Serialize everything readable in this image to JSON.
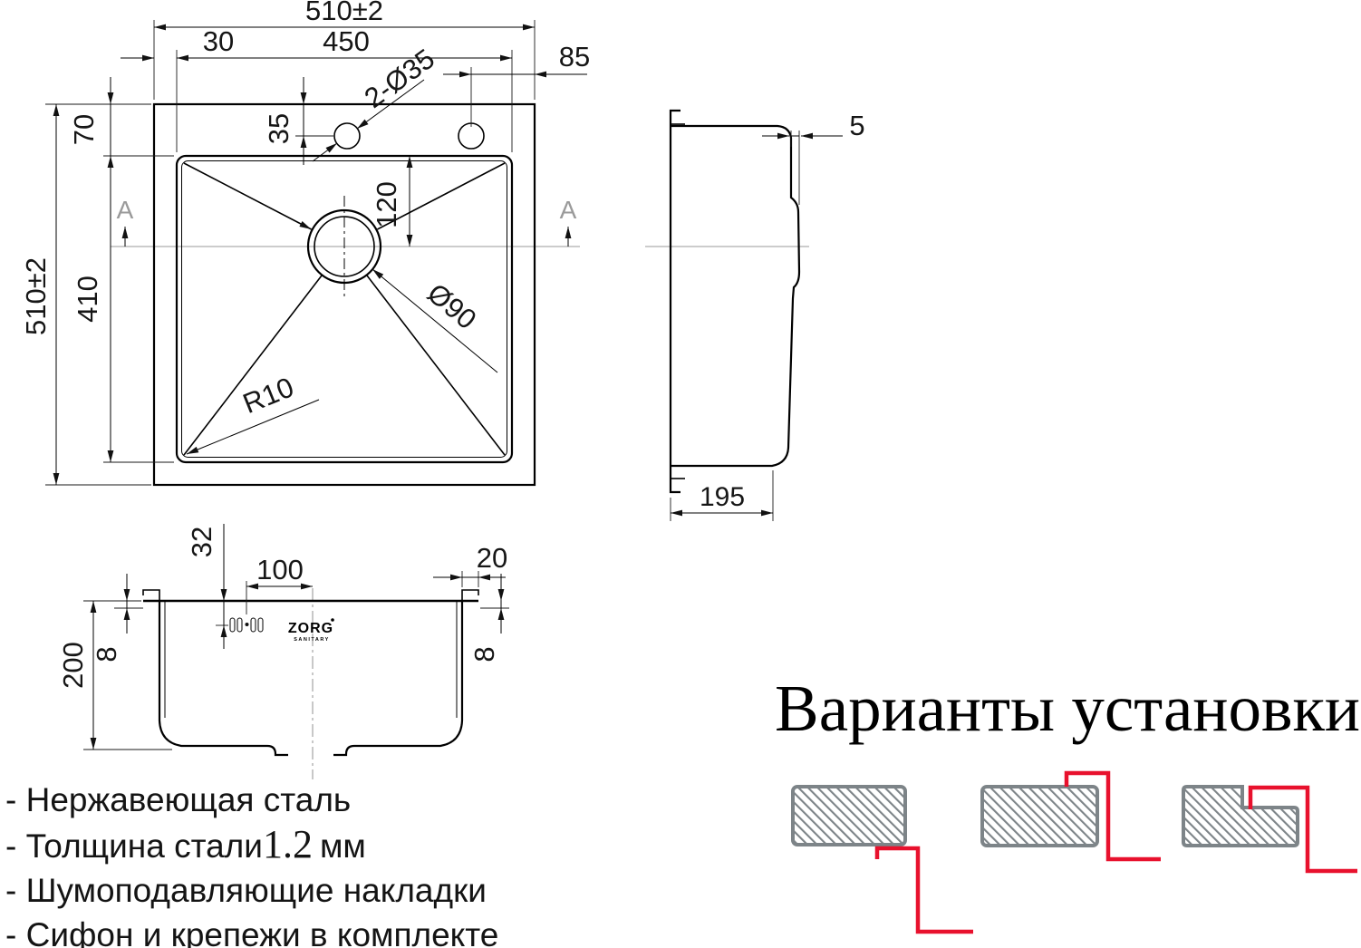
{
  "drawing": {
    "top_view": {
      "dim_width_total": "510±2",
      "dim_width_inner": "450",
      "dim_left_offset": "30",
      "dim_right_offset": "85",
      "dim_hole_offset": "35",
      "dim_holes_label": "2-Ø35",
      "dim_height_total": "510±2",
      "dim_rim_top": "70",
      "dim_height_inner": "410",
      "dim_drain_offset": "120",
      "dim_drain_diameter": "Ø90",
      "dim_corner_radius": "R10",
      "section_marker_left": "A",
      "section_marker_right": "A"
    },
    "side_view": {
      "dim_edge_gap": "5",
      "dim_depth": "195"
    },
    "front_view": {
      "dim_overflow_depth": "32",
      "dim_overflow_to_center": "100",
      "dim_clip_length": "20",
      "dim_bowl_depth": "200",
      "dim_rim_left": "8",
      "dim_rim_right": "8",
      "logo_text": "ZORG",
      "logo_subtext": "SANITARY"
    }
  },
  "features": {
    "line1": "- Нержавеющая сталь",
    "line2_prefix": "- Толщина стали",
    "line2_value": "1.2",
    "line2_suffix": "мм",
    "line3": "- Шумоподавляющие накладки",
    "line4": "- Сифон и крепежи в комплекте"
  },
  "installation": {
    "title": "Варианты установки"
  },
  "colors": {
    "accent_red": "#e8112d",
    "hatch_gray": "#7d8488",
    "line_black": "#000000"
  }
}
